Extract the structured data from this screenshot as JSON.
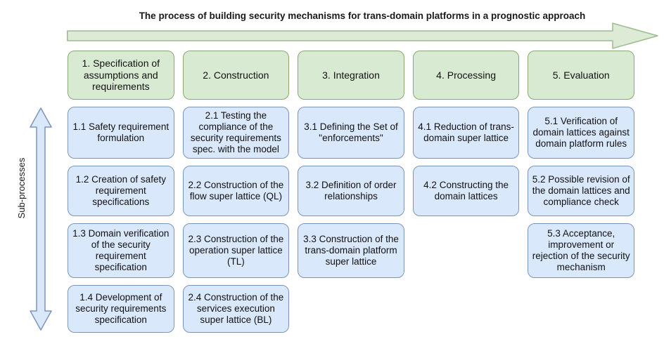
{
  "title": "The process of building security mechanisms for trans-domain platforms in a prognostic approach",
  "side_axis_label": "Sub-processes",
  "colors": {
    "stage_fill": "#d9ead3",
    "stage_border": "#87a972",
    "subprocess_fill": "#dae8fc",
    "subprocess_border": "#7b95b9",
    "arrow_green_fill": "#dcead6",
    "arrow_green_border": "#9cbc90",
    "arrow_blue_fill": "#dae8fc",
    "arrow_blue_border": "#7b95b9"
  },
  "columns": [
    {
      "header": "1. Specification of assumptions and requirements",
      "items": [
        "1.1 Safety requirement formulation",
        "1.2 Creation of safety requirement specifications",
        "1.3 Domain verification of the security requirement specification",
        "1.4 Development of security requirements specification"
      ]
    },
    {
      "header": "2. Construction",
      "items": [
        "2.1 Testing the compliance of the security requirements spec. with the model",
        "2.2 Construction of the flow super lattice (QL)",
        "2.3 Construction of the operation super lattice (TL)",
        "2.4 Construction of the services execution super lattice (BL)"
      ]
    },
    {
      "header": "3. Integration",
      "items": [
        "3.1 Defining the Set of \"enforcements\"",
        "3.2 Definition of order relationships",
        "3.3 Construction of the trans-domain platform super lattice"
      ]
    },
    {
      "header": "4. Processing",
      "items": [
        "4.1 Reduction of trans-domain super lattice",
        "4.2 Constructing the domain lattices"
      ]
    },
    {
      "header": "5. Evaluation",
      "items": [
        "5.1 Verification of domain lattices against domain platform rules",
        "5.2 Possible revision of the domain lattices and compliance check",
        "5.3 Acceptance, improvement or rejection of the security mechanism"
      ]
    }
  ]
}
